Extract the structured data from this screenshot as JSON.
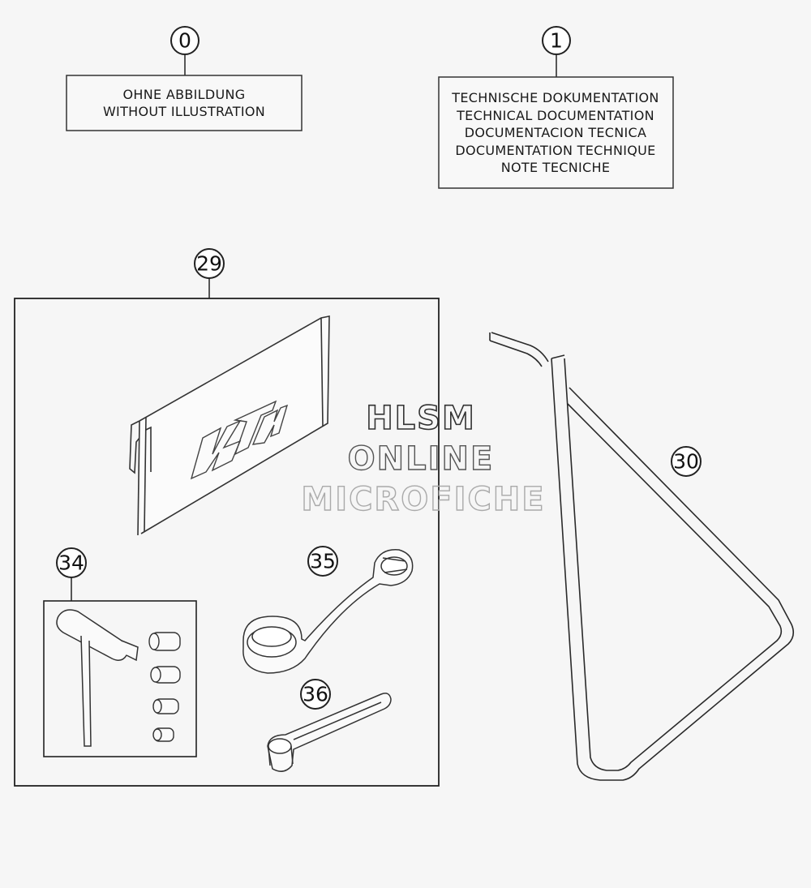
{
  "callouts": {
    "c0": "0",
    "c1": "1",
    "c29": "29",
    "c30": "30",
    "c34": "34",
    "c35": "35",
    "c36": "36"
  },
  "label_without_illustration": {
    "line1": "OHNE ABBILDUNG",
    "line2": "WITHOUT ILLUSTRATION"
  },
  "label_technical_documentation": {
    "line1": "TECHNISCHE DOKUMENTATION",
    "line2": "TECHNICAL DOCUMENTATION",
    "line3": "DOCUMENTACION TECNICA",
    "line4": "DOCUMENTATION TECHNIQUE",
    "line5": "NOTE TECNICHE"
  },
  "logo_text": "KTM",
  "watermark": {
    "line1": "HLSM",
    "line2": "ONLINE",
    "line3": "MICROFICHE"
  },
  "colors": {
    "line": "#2a2a2a",
    "watermark_dark": "#333333",
    "watermark_light": "#aaaaaa",
    "background": "#f6f6f6"
  }
}
